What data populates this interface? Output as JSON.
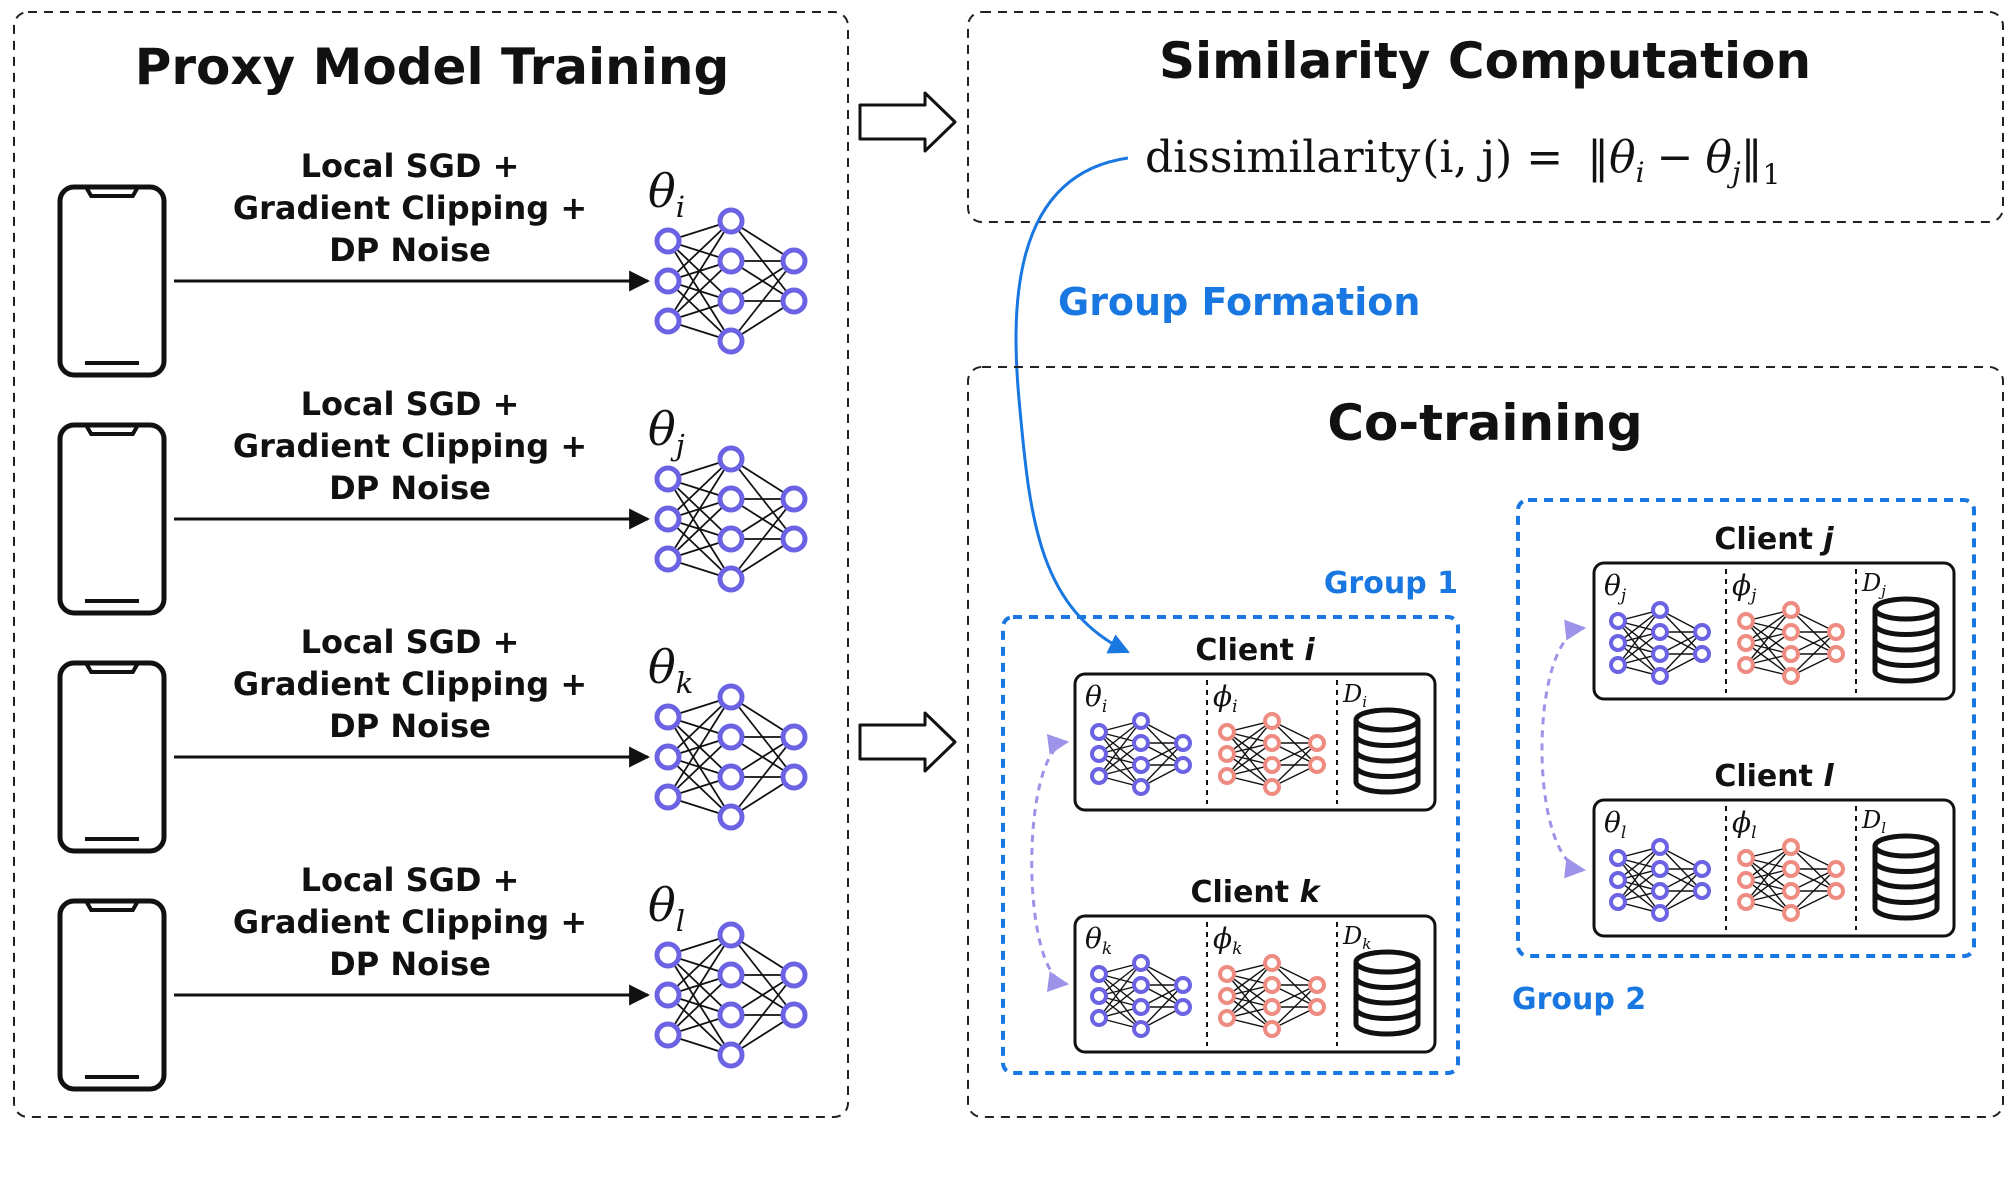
{
  "colors": {
    "accent_blue": "#1877e0",
    "proxy_net": "#6b63e3",
    "personal_net": "#ef8c82",
    "dashed_link": "#9d93e8",
    "panel_border": "#222222"
  },
  "panels": {
    "proxy": {
      "title": "Proxy Model Training"
    },
    "similarity": {
      "title": "Similarity Computation",
      "formula": {
        "func": "dissimilarity",
        "args": "(i, j) =",
        "norm_open": "‖",
        "theta": "θ",
        "sub_i": "i",
        "minus": "−",
        "sub_j": "j",
        "norm_close": "‖",
        "sub_1": "1"
      }
    },
    "cotraining": {
      "title": "Co-training"
    }
  },
  "group_formation_label": "Group Formation",
  "device_rows": [
    {
      "line1": "Local SGD +",
      "line2": "Gradient Clipping +",
      "line3": "DP Noise",
      "theta": "θ",
      "sub": "i"
    },
    {
      "line1": "Local SGD +",
      "line2": "Gradient Clipping +",
      "line3": "DP Noise",
      "theta": "θ",
      "sub": "j"
    },
    {
      "line1": "Local SGD +",
      "line2": "Gradient Clipping +",
      "line3": "DP Noise",
      "theta": "θ",
      "sub": "k"
    },
    {
      "line1": "Local SGD +",
      "line2": "Gradient Clipping +",
      "line3": "DP Noise",
      "theta": "θ",
      "sub": "l"
    }
  ],
  "groups": [
    {
      "label": "Group 1",
      "clients": [
        {
          "prefix": "Client ",
          "id": "i",
          "theta": "θ",
          "phi": "ϕ",
          "data": "D",
          "sub": "i"
        },
        {
          "prefix": "Client ",
          "id": "k",
          "theta": "θ",
          "phi": "ϕ",
          "data": "D",
          "sub": "k"
        }
      ]
    },
    {
      "label": "Group 2",
      "clients": [
        {
          "prefix": "Client ",
          "id": "j",
          "theta": "θ",
          "phi": "ϕ",
          "data": "D",
          "sub": "j"
        },
        {
          "prefix": "Client ",
          "id": "l",
          "theta": "θ",
          "phi": "ϕ",
          "data": "D",
          "sub": "l"
        }
      ]
    }
  ],
  "icons": {
    "device": "smartphone-icon",
    "network": "neural-network-icon",
    "database": "database-icon",
    "flow_arrow": "hollow-right-arrow-icon"
  }
}
